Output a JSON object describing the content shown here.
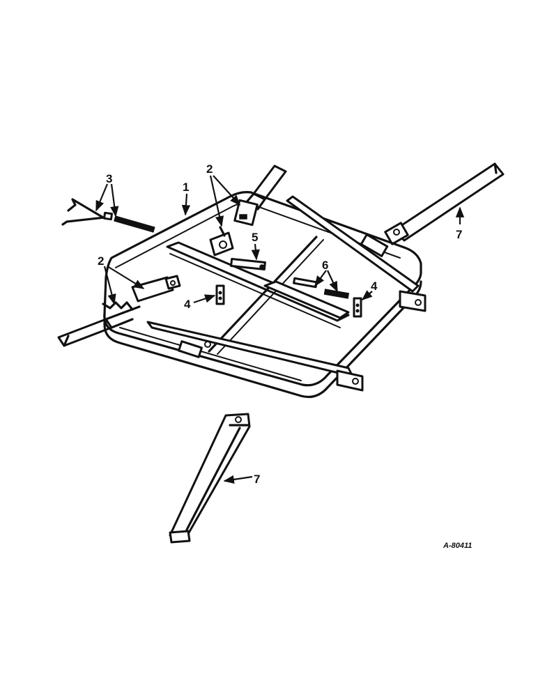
{
  "diagram": {
    "callouts": {
      "c1": "1",
      "c2a": "2",
      "c2b": "2",
      "c3": "3",
      "c4a": "4",
      "c4b": "4",
      "c5": "5",
      "c6": "6",
      "c7a": "7",
      "c7b": "7"
    },
    "reference": "A-80411"
  }
}
